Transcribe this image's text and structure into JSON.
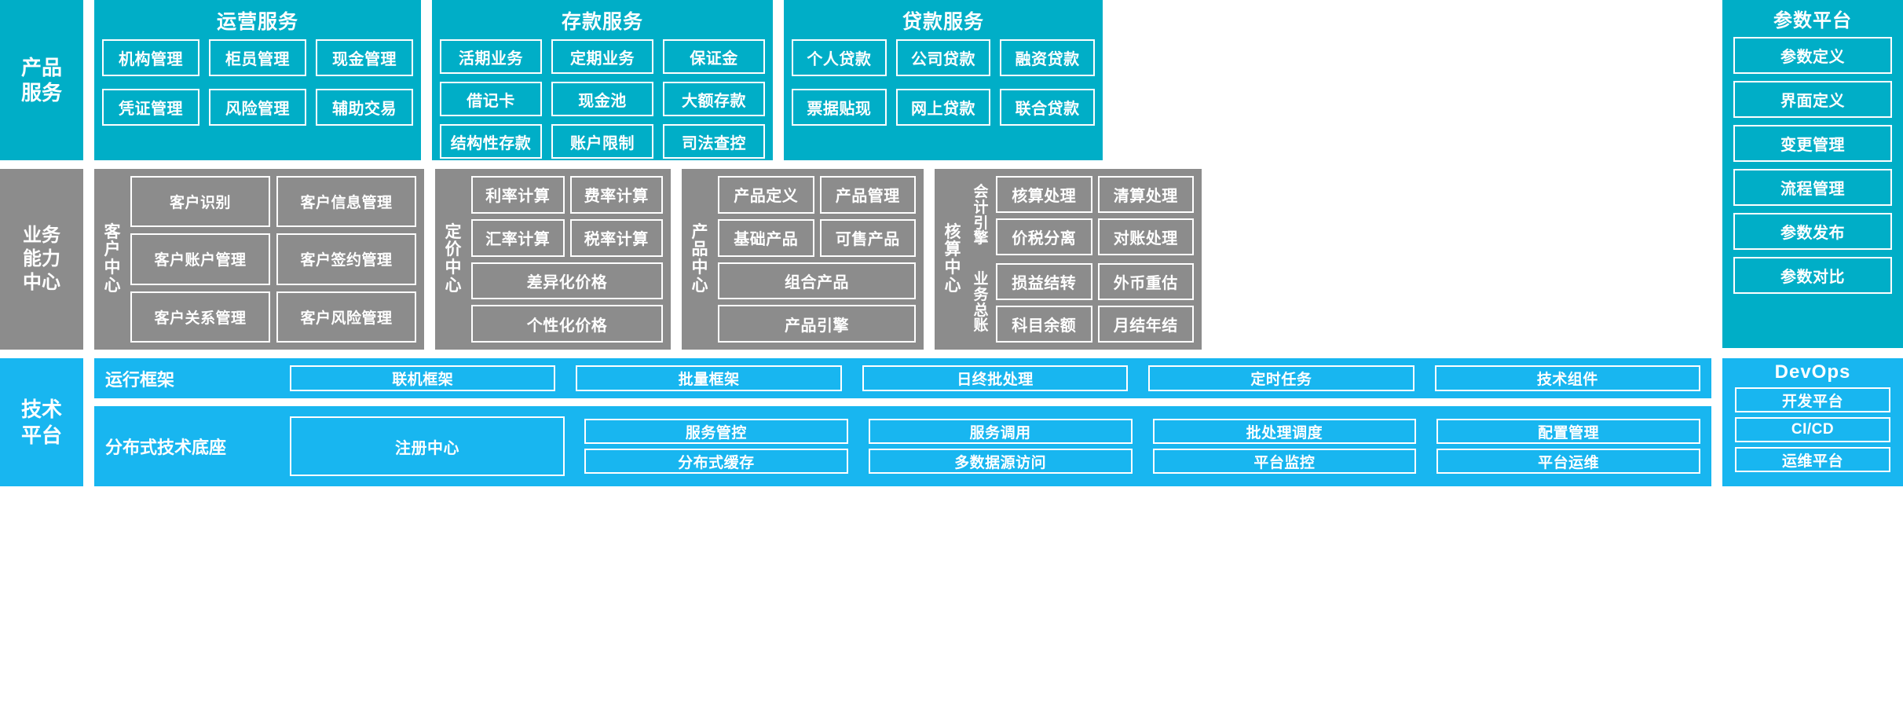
{
  "rows": {
    "product_services": {
      "side_label": "产品\n服务",
      "color": "#00AEC7",
      "panels": [
        {
          "title": "运营服务",
          "cells": [
            "机构管理",
            "柜员管理",
            "现金管理",
            "凭证管理",
            "风险管理",
            "辅助交易"
          ]
        },
        {
          "title": "存款服务",
          "cells": [
            "活期业务",
            "定期业务",
            "保证金",
            "借记卡",
            "现金池",
            "大额存款",
            "结构性存款",
            "账户限制",
            "司法查控"
          ]
        },
        {
          "title": "贷款服务",
          "cells": [
            "个人贷款",
            "公司贷款",
            "融资贷款",
            "票据贴现",
            "网上贷款",
            "联合贷款"
          ]
        }
      ]
    },
    "business_capability": {
      "side_label": "业务\n能力\n中心",
      "color": "#8C8C8C",
      "centers": [
        {
          "label": "客户中心",
          "cells": [
            "客户识别",
            "客户信息管理",
            "客户账户管理",
            "客户签约管理",
            "客户关系管理",
            "客户风险管理"
          ]
        },
        {
          "label": "定价中心",
          "cells": [
            "利率计算",
            "费率计算",
            "汇率计算",
            "税率计算"
          ],
          "wide_cells": [
            "差异化价格",
            "个性化价格"
          ]
        },
        {
          "label": "产品中心",
          "cells": [
            "产品定义",
            "产品管理",
            "基础产品",
            "可售产品"
          ],
          "wide_cells": [
            "组合产品",
            "产品引擎"
          ]
        },
        {
          "label": "核算中心",
          "subgroups": [
            {
              "label": "会计引擎",
              "cells": [
                "核算处理",
                "清算处理",
                "价税分离",
                "对账处理"
              ]
            },
            {
              "label": "业务总账",
              "cells": [
                "损益结转",
                "外币重估",
                "科目余额",
                "月结年结"
              ]
            }
          ]
        }
      ]
    },
    "technology_platform": {
      "side_label": "技术\n平台",
      "color": "#18B6F0",
      "bands": [
        {
          "label": "运行框架",
          "cells": [
            "联机框架",
            "批量框架",
            "日终批处理",
            "定时任务",
            "技术组件"
          ]
        },
        {
          "label": "分布式技术底座",
          "primary_cell": "注册中心",
          "cells": [
            "服务管控",
            "服务调用",
            "批处理调度",
            "配置管理",
            "分布式缓存",
            "多数据源访问",
            "平台监控",
            "平台运维"
          ]
        }
      ]
    }
  },
  "param_platform": {
    "title": "参数平台",
    "color": "#00AEC7",
    "items": [
      "参数定义",
      "界面定义",
      "变更管理",
      "流程管理",
      "参数发布",
      "参数对比"
    ]
  },
  "devops": {
    "title": "DevOps",
    "color": "#18B6F0",
    "items": [
      "开发平台",
      "CI/CD",
      "运维平台"
    ]
  }
}
